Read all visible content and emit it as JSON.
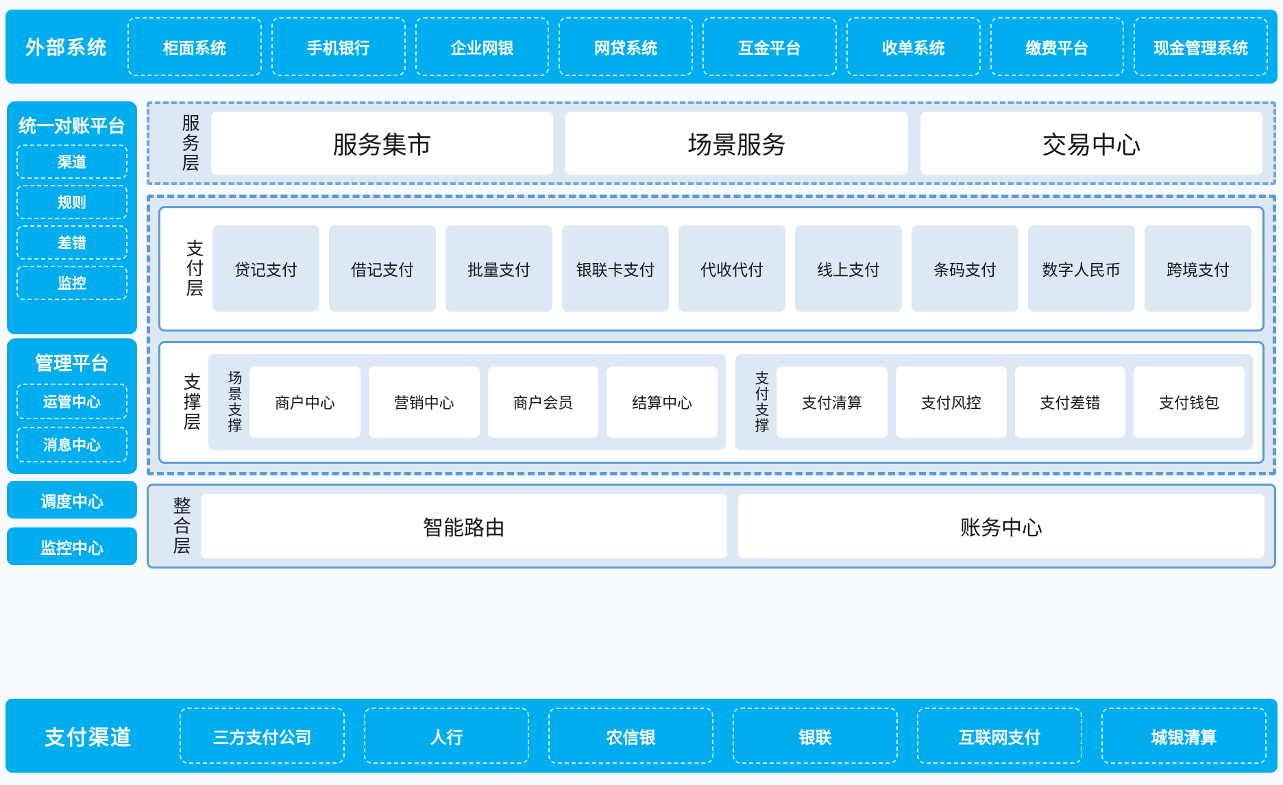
{
  "external": {
    "title": "外部系统",
    "items": [
      "柜面系统",
      "手机银行",
      "企业网银",
      "网贷系统",
      "互金平台",
      "收单系统",
      "缴费平台",
      "现金管理系统"
    ]
  },
  "rail": {
    "recon": {
      "title": "统一对账平台",
      "items": [
        "渠道",
        "规则",
        "差错",
        "监控"
      ]
    },
    "management": {
      "title": "管理平台",
      "items": [
        "运管中心",
        "消息中心"
      ]
    },
    "standalone": [
      "调度中心",
      "监控中心"
    ]
  },
  "service_layer": {
    "label": "服务层",
    "items": [
      "服务集市",
      "场景服务",
      "交易中心"
    ]
  },
  "payment_layer": {
    "label": "支付层",
    "items": [
      "贷记支付",
      "借记支付",
      "批量支付",
      "银联卡支付",
      "代收代付",
      "线上支付",
      "条码支付",
      "数字人民币",
      "跨境支付"
    ]
  },
  "support_layer": {
    "label": "支撑层",
    "groups": [
      {
        "label": "场景支撑",
        "items": [
          "商户中心",
          "营销中心",
          "商户会员",
          "结算中心"
        ]
      },
      {
        "label": "支付支撑",
        "items": [
          "支付清算",
          "支付风控",
          "支付差错",
          "支付钱包"
        ]
      }
    ]
  },
  "integration_layer": {
    "label": "整合层",
    "items": [
      "智能路由",
      "账务中心"
    ]
  },
  "channels": {
    "title": "支付渠道",
    "items": [
      "三方支付公司",
      "人行",
      "农信银",
      "银联",
      "互联网支付",
      "城银清算"
    ]
  },
  "colors": {
    "brand_cyan": "#00ADEE",
    "zone_fill": "#DEE8F5",
    "panel_border": "#5B9BD5",
    "card_fill": "#DEE8F4",
    "page_bg": "#F7FBFD"
  }
}
